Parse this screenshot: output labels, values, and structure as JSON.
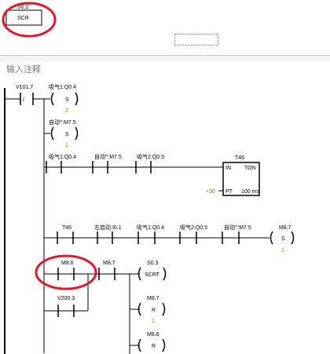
{
  "top": {
    "address": "S0.2",
    "block": "SCR"
  },
  "comment_placeholder": "输入注释",
  "rung1": {
    "contact": {
      "label": "V101.7",
      "symbol": "/"
    },
    "coil": {
      "label": "吸气1:Q0.4",
      "type": "S",
      "count": "2"
    }
  },
  "rung2": {
    "coil": {
      "label": "自动^:M7.5",
      "type": "S",
      "count": "1"
    }
  },
  "rung3": {
    "contacts": [
      "吸气1:Q0.4",
      "自动^:M7.5",
      "吸气2:Q0.5"
    ],
    "timer": {
      "name": "T46",
      "in": "IN",
      "type": "TON",
      "preset": "+30",
      "pt": "PT",
      "base": "100 ms"
    }
  },
  "rung4": {
    "contacts": [
      "T46",
      "左启动:I0.1",
      "吸气1:Q0.4",
      "吸气2:Q0.5",
      "自动^:M7.5"
    ],
    "coil": {
      "label": "M8.7",
      "type": "S",
      "count": "1"
    }
  },
  "rung5": {
    "contact1": "M8.6",
    "contact_parallel": "V200.3",
    "contact2": "M8.7",
    "scrt": {
      "label": "S0.3",
      "text": "SCRT"
    },
    "reset1": {
      "label": "M8.7",
      "type": "R",
      "count": "1"
    },
    "reset2": {
      "label": "M8.6",
      "type": "R"
    }
  },
  "colors": {
    "annotation_circle": "#e0192a",
    "line": "#000000",
    "count": "#808000"
  }
}
